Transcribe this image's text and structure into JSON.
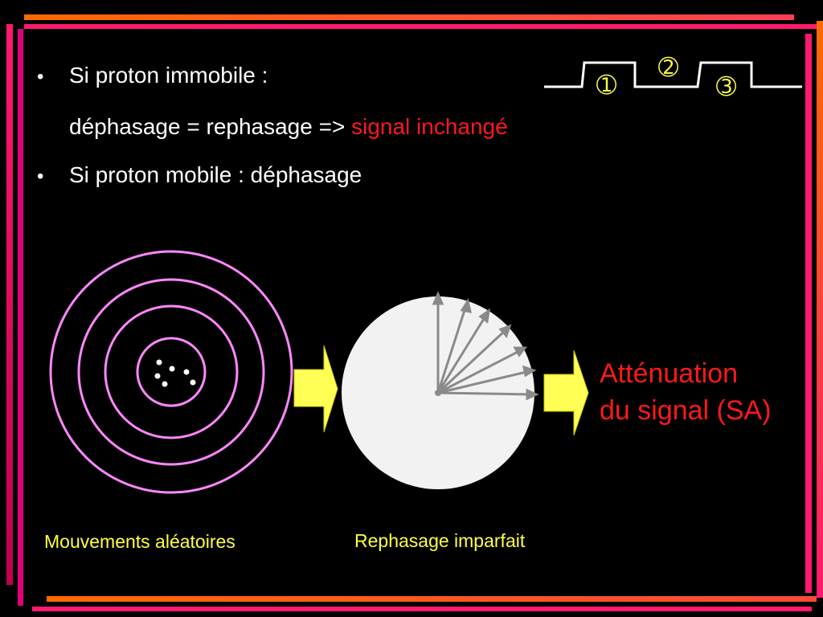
{
  "bullets": [
    {
      "text": "Si proton immobile :"
    },
    {
      "text": "Si proton mobile : déphasage"
    }
  ],
  "line2": {
    "text": "déphasage = rephasage => ",
    "highlight": "signal inchangé"
  },
  "sequence": {
    "steps": [
      "➀",
      "➁",
      "➂"
    ]
  },
  "captions": {
    "left": "Mouvements aléatoires",
    "middle": "Rephasage imparfait"
  },
  "result": {
    "line1": "Atténuation",
    "line2": "du signal (SA)"
  },
  "colors": {
    "background": "#000000",
    "frame_orange": "#ff6a00",
    "frame_pink": "#ff1a6e",
    "frame_magenta": "#e0007a",
    "ring": "#ff88ff",
    "arrow_fill": "#ffff55",
    "disc": "#f2f2f2",
    "vectors": "#8a8a8a",
    "highlight": "#ff1a1a",
    "caption": "#ffff44"
  }
}
